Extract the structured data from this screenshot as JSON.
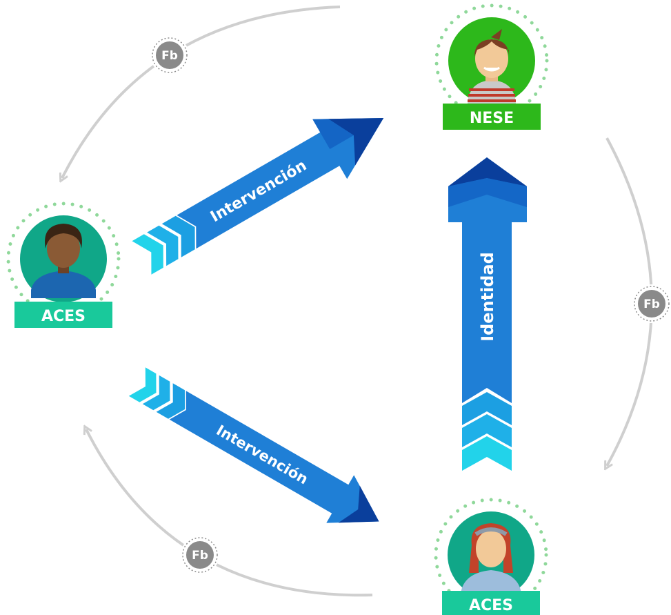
{
  "nodes": {
    "top_right": {
      "label": "NESE",
      "color": "#2db81b",
      "circle_color": "#2db81b"
    },
    "left": {
      "label": "ACES",
      "color": "#19c99b",
      "circle_color": "#10a788"
    },
    "bottom_right": {
      "label": "ACES",
      "color": "#19c99b",
      "circle_color": "#10a788"
    }
  },
  "arrows": {
    "upper": {
      "label": "Intervención"
    },
    "lower": {
      "label": "Intervención"
    },
    "vertical": {
      "label": "Identidad"
    }
  },
  "feedback": {
    "top_left": {
      "label": "Fb"
    },
    "right": {
      "label": "Fb"
    },
    "bottom_left": {
      "label": "Fb"
    }
  },
  "colors": {
    "arrow_main": "#1f7fd6",
    "arrow_dark": "#0a3f9c",
    "arrow_light": "#1fb0e8",
    "arrow_cyan": "#22d3ea",
    "cycle_line": "#cfcfcf",
    "fb_badge": "#8a8a8a",
    "dots": "#8fd89a"
  }
}
